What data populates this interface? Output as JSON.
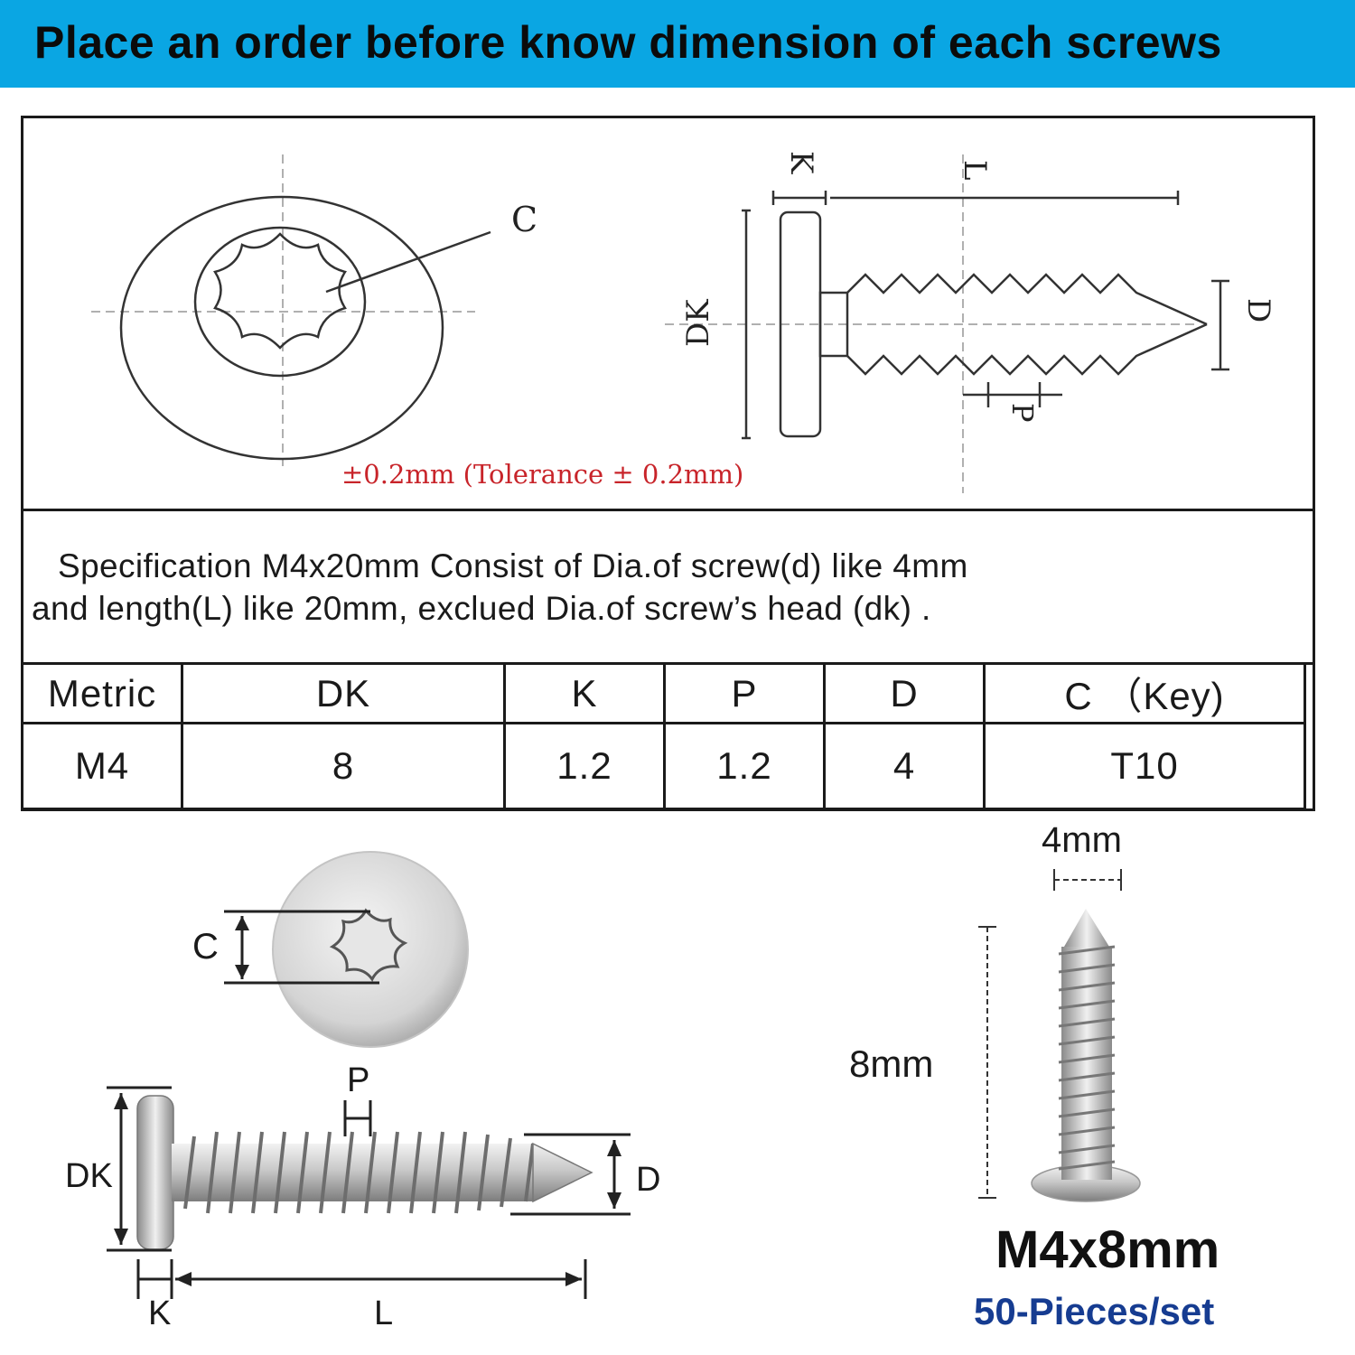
{
  "banner": {
    "title": "Place an order before know dimension of each screws"
  },
  "drawing": {
    "labels": {
      "c": "C",
      "k": "K",
      "l": "L",
      "dk": "DK",
      "d": "D",
      "p": "P"
    },
    "tolerance": "±0.2mm  (Tolerance ± 0.2mm)",
    "colors": {
      "tolerance": "#c8242a",
      "banner": "#0aa6e3",
      "count": "#163c91"
    }
  },
  "specification": {
    "line1": "Specification M4x20mm Consist of Dia.of screw(d) like 4mm",
    "line2": "and length(L) like 20mm, exclued Dia.of screw’s head (dk) ."
  },
  "table": {
    "headers": [
      "Metric",
      "DK",
      "K",
      "P",
      "D",
      "C （Key)"
    ],
    "rows": [
      [
        "M4",
        "8",
        "1.2",
        "1.2",
        "4",
        "T10"
      ]
    ]
  },
  "photo": {
    "labels": {
      "c": "C",
      "p": "P",
      "dk": "DK",
      "d": "D",
      "k": "K",
      "l": "L"
    }
  },
  "product": {
    "width_label": "4mm",
    "length_label": "8mm",
    "name": "M4x8mm",
    "count": "50-Pieces/set"
  }
}
